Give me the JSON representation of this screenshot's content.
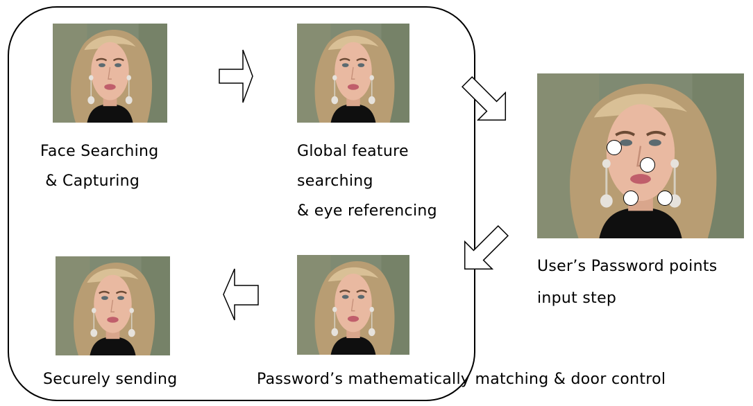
{
  "steps": [
    {
      "id": "capture",
      "lines": [
        "Face Searching",
        " & Capturing"
      ]
    },
    {
      "id": "global",
      "lines": [
        "Global feature",
        "searching",
        "& eye referencing"
      ]
    },
    {
      "id": "password-input",
      "lines": [
        "User’s Password points",
        "input step"
      ]
    },
    {
      "id": "matching",
      "lines": [
        "Password’s mathematically matching & door control"
      ]
    },
    {
      "id": "sending",
      "lines": [
        "Securely sending"
      ]
    }
  ],
  "flow": [
    "capture",
    "global",
    "password-input",
    "matching",
    "sending"
  ],
  "password_points_count": 4,
  "colors": {
    "outline": "#000000",
    "arrow_fill": "#ffffff",
    "face_bg": "#7f8a72",
    "hair": "#b89d73",
    "skin": "#e9b9a1",
    "lips": "#c05e6b",
    "sweater": "#0f0f0f",
    "earring": "#e6e2dc"
  },
  "icons": [
    "right-arrow-icon",
    "down-right-arrow-icon",
    "down-left-arrow-icon",
    "left-arrow-icon"
  ]
}
